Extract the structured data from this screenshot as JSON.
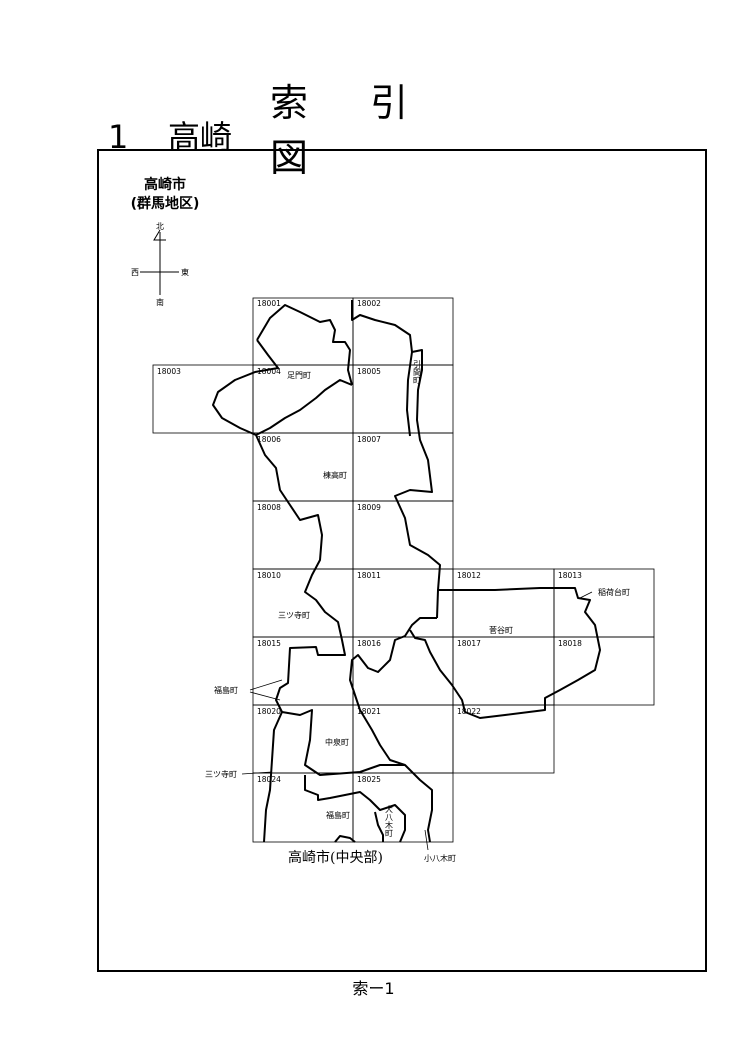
{
  "header": {
    "title_chars": [
      "索",
      "引",
      "図"
    ],
    "section_number": "1",
    "section_name": "高崎"
  },
  "region_label": {
    "line1": "高崎市",
    "line2": "(群馬地区)"
  },
  "compass": {
    "north": "北",
    "south": "南",
    "east": "東",
    "west": "西"
  },
  "grid_cells": [
    "18001",
    "18002",
    "18003",
    "18004",
    "18005",
    "18006",
    "18007",
    "18008",
    "18009",
    "18010",
    "18011",
    "18012",
    "18013",
    "18015",
    "18016",
    "18017",
    "18018",
    "18020",
    "18021",
    "18022",
    "18024",
    "18025"
  ],
  "town_labels": {
    "ashikado": "足門町",
    "hikima": "引間町",
    "munetaka": "棟高町",
    "mitsudera_center": "三ツ寺町",
    "mitsudera_side": "三ツ寺町",
    "fukushima_side": "福島町",
    "fukushima_bottom": "福島町",
    "sugaya": "菅谷町",
    "inaridai": "稲荷台町",
    "nakaizumi": "中泉町",
    "ohyagi": "大八木町",
    "koyagi": "小八木町"
  },
  "adjacent_area": "高崎市(中央部)",
  "footer": "索ー1"
}
